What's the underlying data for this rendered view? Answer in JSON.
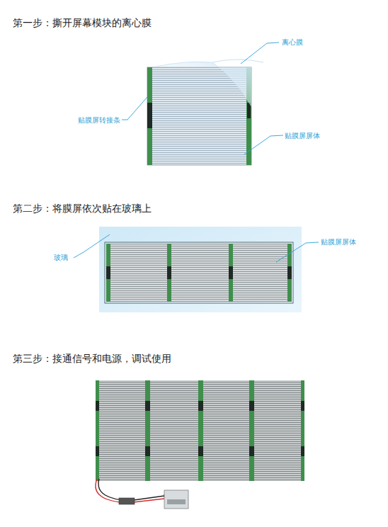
{
  "diagram": {
    "labels": [
      "第一步：撕开屏幕模块的离心膜",
      "离心膜",
      "贴膜屏转接条",
      "贴膜屏屏体",
      "第二步：将膜屏依次贴在玻璃上",
      "玻璃",
      "贴膜屏屏体",
      "第三步：接通信号和电源，调试使用"
    ]
  }
}
